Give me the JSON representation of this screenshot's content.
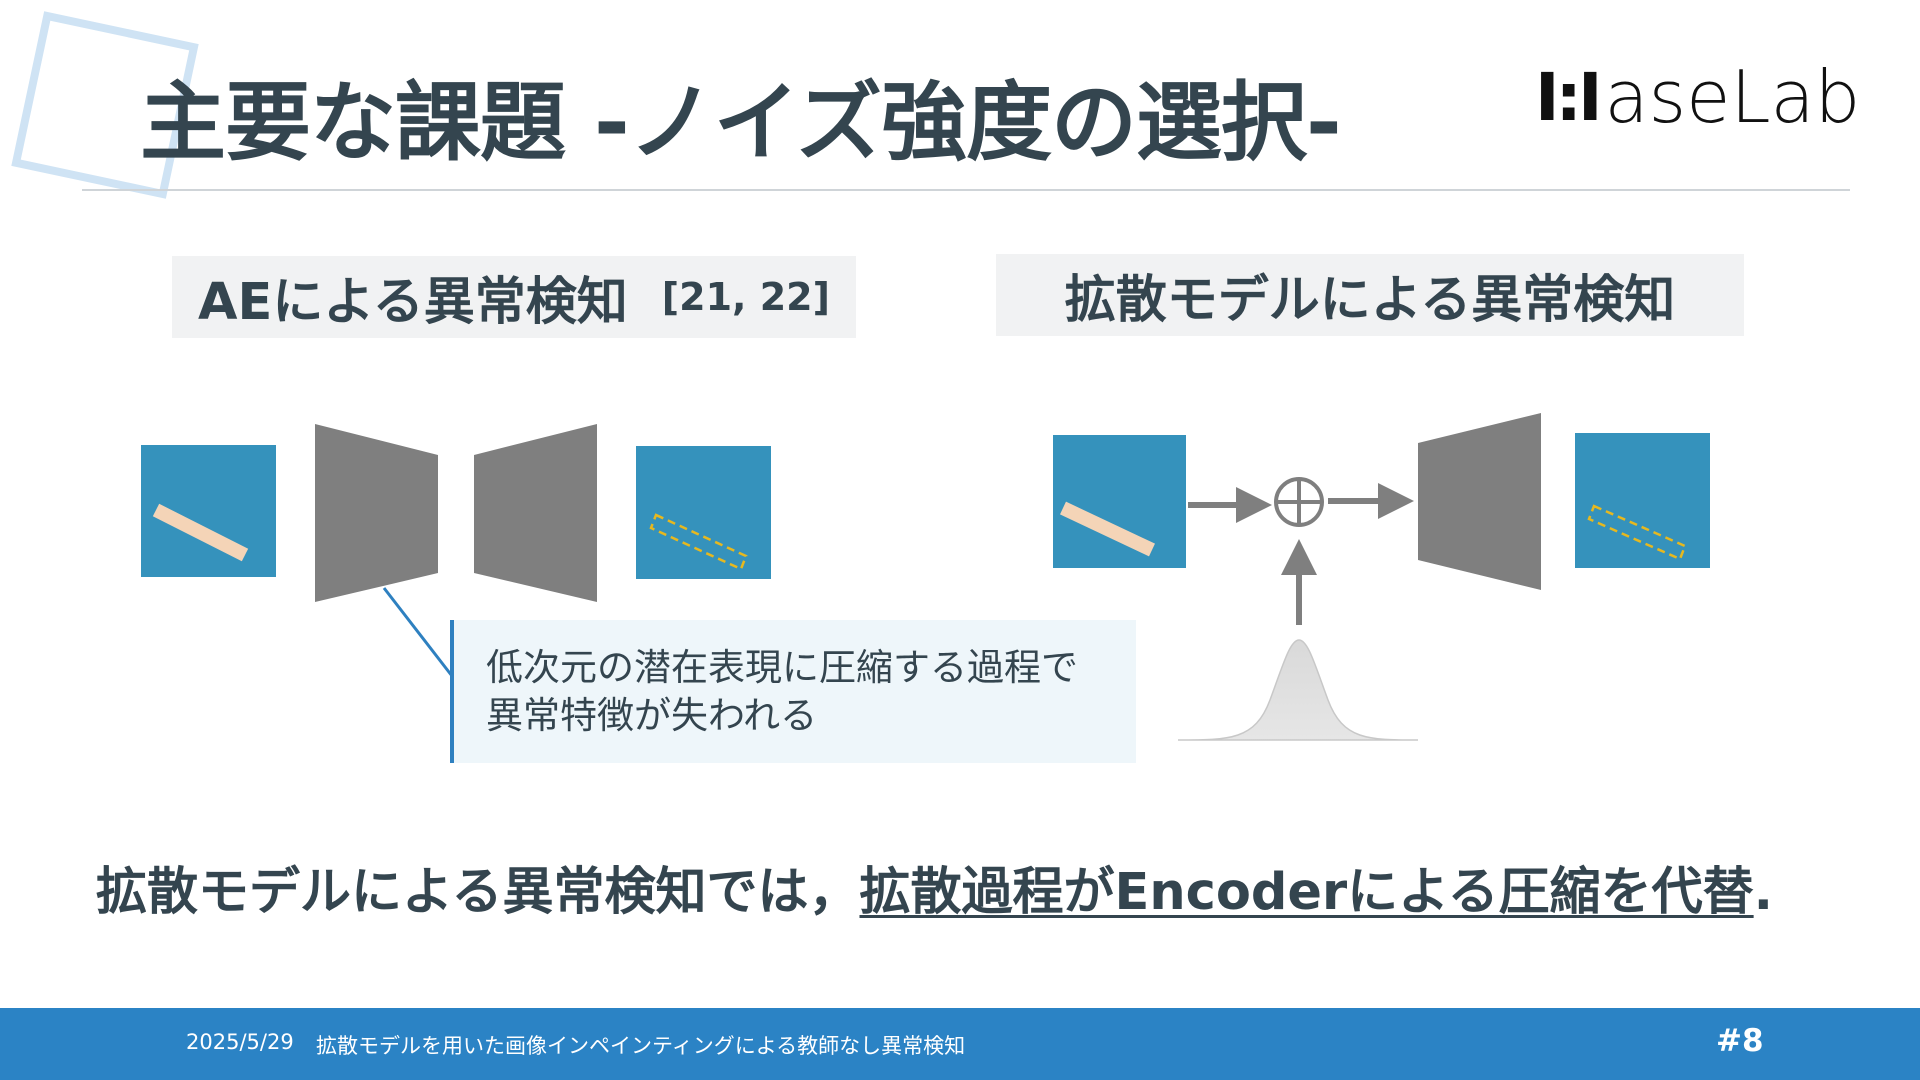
{
  "slide": {
    "title": "主要な課題 -ノイズ強度の選択-",
    "logo": {
      "mark": "I:I",
      "text": "aseLab"
    }
  },
  "left_panel": {
    "heading": "AEによる異常検知",
    "reference": "[21, 22]",
    "callout_lines": [
      "低次元の潜在表現に圧縮する過程で",
      "異常特徴が失われる"
    ]
  },
  "right_panel": {
    "heading": "拡散モデルによる異常検知"
  },
  "summary": {
    "prefix": "拡散モデルによる異常検知では，",
    "highlight": "拡散過程がEncoderによる圧縮を代替",
    "suffix": "."
  },
  "footer": {
    "date": "2025/5/29",
    "caption": "拡散モデルを用いた画像インペインティングによる教師なし異常検知",
    "page": "#8"
  },
  "colors": {
    "image_tile": "#3592bc",
    "defect_stroke": "#f4d4b7",
    "anomaly_outline": "#e6b81f",
    "network_block": "#7f7f7f",
    "footer_bar": "#2b83c5",
    "title_text": "#34454f"
  }
}
